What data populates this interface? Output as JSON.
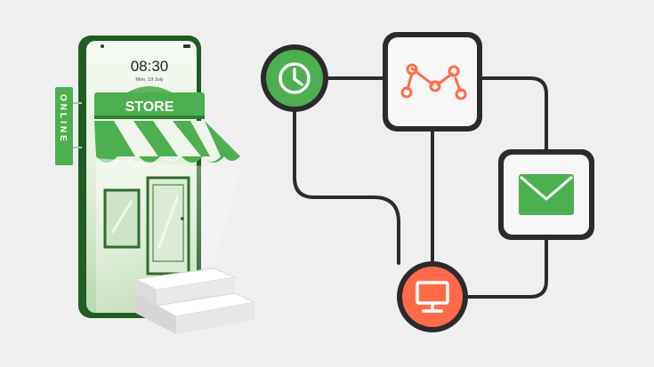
{
  "phone": {
    "time": "08:30",
    "date": "Mon, 19 July",
    "store_sign": "STORE",
    "online_sign": "ONLINE"
  },
  "workflow": {
    "nodes": [
      {
        "icon": "clock-icon",
        "color": "#4caf50"
      },
      {
        "icon": "route-icon",
        "color": "#ff6b4a"
      },
      {
        "icon": "mail-icon",
        "color": "#4caf50"
      },
      {
        "icon": "monitor-icon",
        "color": "#ff6b4a"
      }
    ],
    "connector_color": "#2b2b2b"
  },
  "colors": {
    "background": "#efefef",
    "brand_green": "#4caf50",
    "dark_green": "#2e7d32",
    "accent_orange": "#ff6b4a"
  }
}
